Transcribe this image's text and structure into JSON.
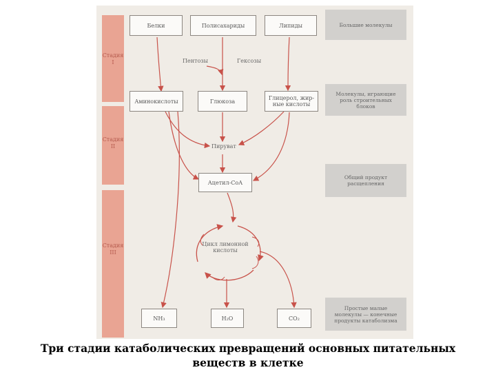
{
  "stages": [
    {
      "label_line1": "Стадия",
      "label_line2": "I"
    },
    {
      "label_line1": "Стадия",
      "label_line2": "II"
    },
    {
      "label_line1": "Стадия",
      "label_line2": "III"
    }
  ],
  "boxes": {
    "proteins": "Белки",
    "polysaccharides": "Полисахариды",
    "lipids": "Липиды",
    "amino_acids": "Аминокислоты",
    "glucose": "Глюкоза",
    "glycerol_line1": "Глицерол, жир-",
    "glycerol_line2": "ные кислоты",
    "acetyl_coa": "Ацетил-СоА",
    "nh3": "NH₃",
    "h2o": "H₂O",
    "co2": "CO₂"
  },
  "labels": {
    "pentoses": "Пентозы",
    "hexoses": "Гексозы",
    "pyruvate": "Пируват",
    "cycle_line1": "Цикл лимонной",
    "cycle_line2": "кислоты"
  },
  "right_labels": {
    "large_molecules": "Большие молекулы",
    "building_blocks_line1": "Молекулы, играющие",
    "building_blocks_line2": "роль строительных",
    "building_blocks_line3": "блоков",
    "common_product_line1": "Общий продукт",
    "common_product_line2": "расщепления",
    "simple_line1": "Простые малые",
    "simple_line2": "молекулы — конечные",
    "simple_line3": "продукты катаболизма"
  },
  "caption": {
    "line1": "Три стадии катаболических превращений основных питательных",
    "line2": "веществ в клетке"
  },
  "colors": {
    "arrow": "#c8524a",
    "stage_band": "#e9a493",
    "right_label_bg": "#d2d0cd"
  }
}
